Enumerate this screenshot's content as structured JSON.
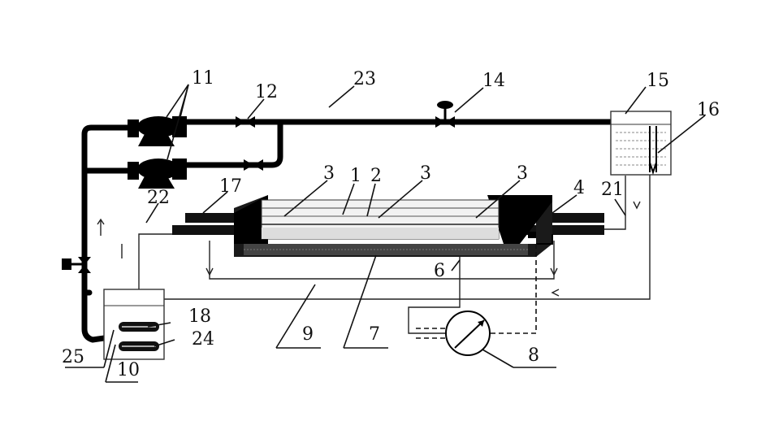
{
  "labels": {
    "l1a": "1",
    "l2": "2",
    "l3a": "3",
    "l3b": "3",
    "l3c": "3",
    "l4": "4",
    "l6": "6",
    "l7": "7",
    "l8": "8",
    "l9": "9",
    "l10": "10",
    "l11": "11",
    "l12": "12",
    "l14": "14",
    "l15": "15",
    "l16": "16",
    "l17": "17",
    "l18": "18",
    "l21": "21",
    "l22": "22",
    "l23": "23",
    "l24": "24",
    "l25": "25"
  }
}
